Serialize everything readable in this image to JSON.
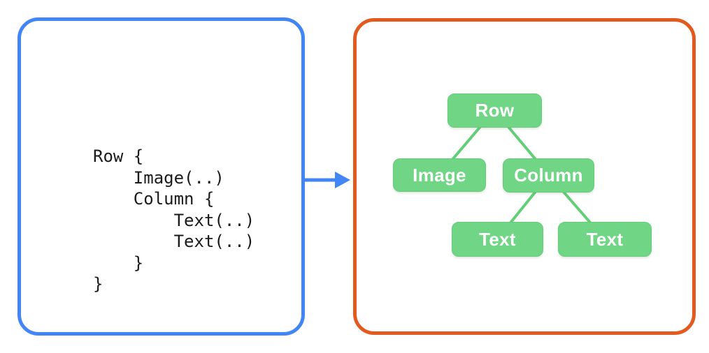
{
  "colors": {
    "code_panel_border": "#4285F4",
    "tree_panel_border": "#E25A1E",
    "arrow": "#4285F4",
    "node_fill": "#70D584",
    "connector": "#62CF78",
    "node_text": "#FFFFFF",
    "code_text": "#1B1B1B",
    "background": "#FFFFFF"
  },
  "code_panel": {
    "lines": [
      "Row {",
      "    Image(..)",
      "    Column {",
      "        Text(..)",
      "        Text(..)",
      "    }",
      "}"
    ]
  },
  "arrow": {
    "direction": "right"
  },
  "tree_panel": {
    "nodes": [
      {
        "id": "row",
        "label": "Row",
        "parent": null
      },
      {
        "id": "image",
        "label": "Image",
        "parent": "row"
      },
      {
        "id": "column",
        "label": "Column",
        "parent": "row"
      },
      {
        "id": "text-1",
        "label": "Text",
        "parent": "column"
      },
      {
        "id": "text-2",
        "label": "Text",
        "parent": "column"
      }
    ],
    "edges": [
      {
        "from": "row",
        "to": "image"
      },
      {
        "from": "row",
        "to": "column"
      },
      {
        "from": "column",
        "to": "text-1"
      },
      {
        "from": "column",
        "to": "text-2"
      }
    ]
  }
}
